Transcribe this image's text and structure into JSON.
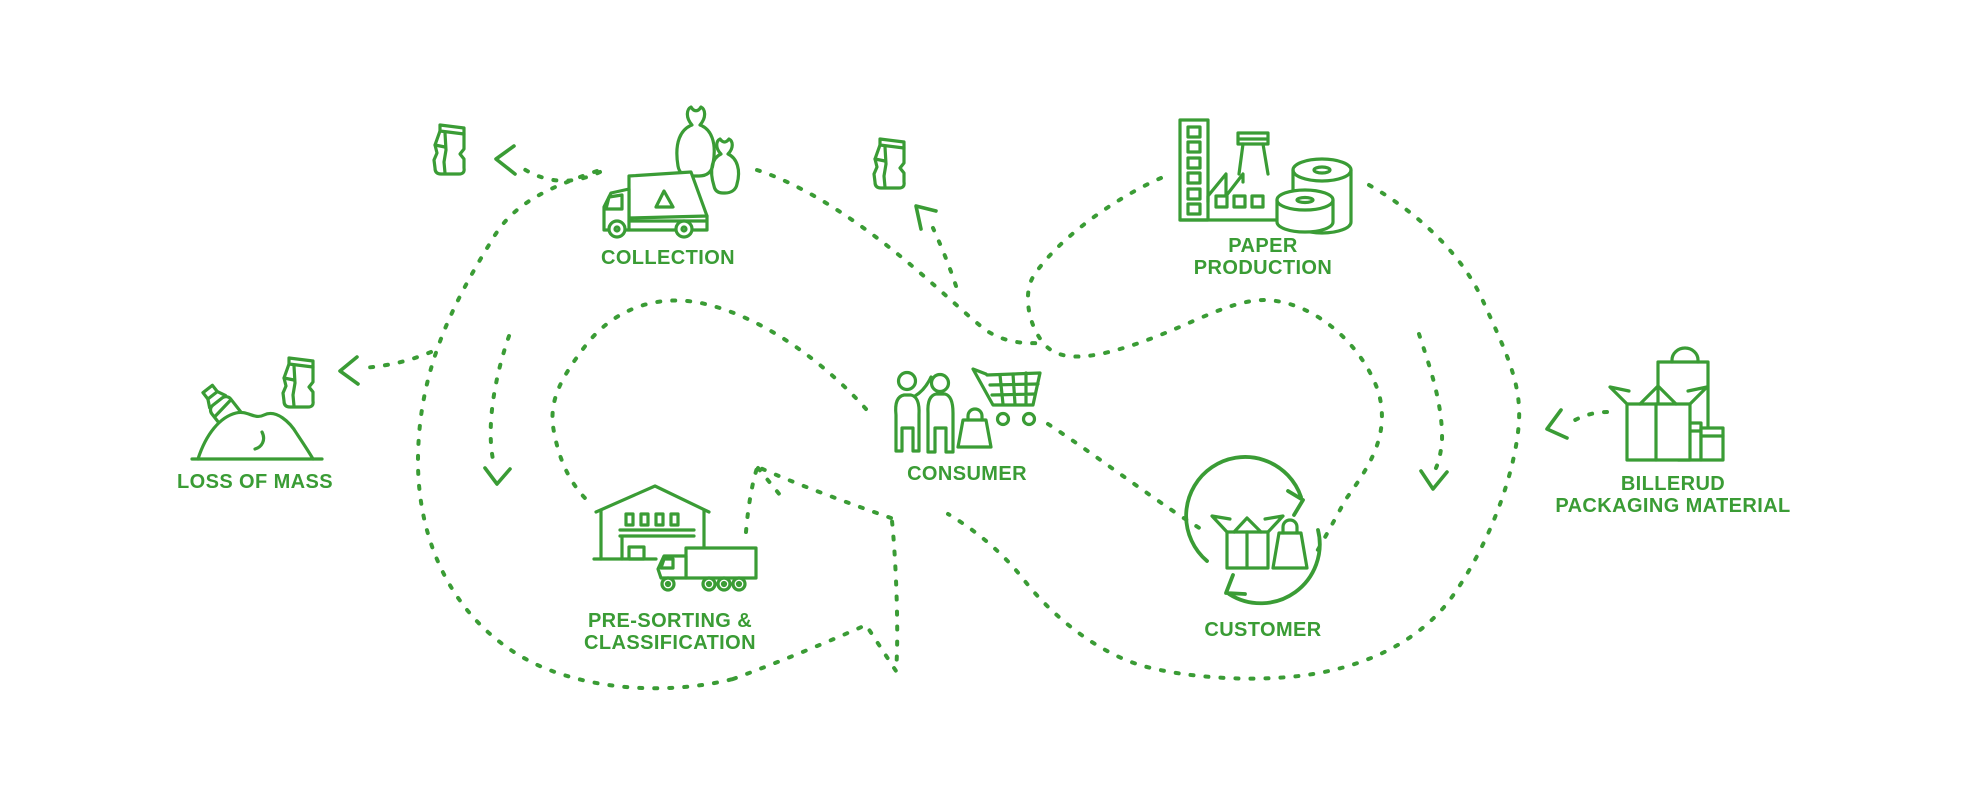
{
  "colors": {
    "accent": "#3a9c35",
    "background": "#ffffff"
  },
  "nodes": [
    {
      "id": "collection",
      "label": "COLLECTION",
      "icon": "garbage-truck-icon"
    },
    {
      "id": "paper-production",
      "label": "PAPER\nPRODUCTION",
      "icon": "paper-factory-icon"
    },
    {
      "id": "loss-of-mass",
      "label": "LOSS OF MASS",
      "icon": "waste-pile-icon"
    },
    {
      "id": "consumer",
      "label": "CONSUMER",
      "icon": "shoppers-cart-icon"
    },
    {
      "id": "pre-sorting",
      "label": "PRE-SORTING &\nCLASSIFICATION",
      "icon": "warehouse-truck-icon"
    },
    {
      "id": "customer",
      "label": "CUSTOMER",
      "icon": "box-bag-recycle-icon"
    },
    {
      "id": "billerud",
      "label": "BILLERUD\nPACKAGING MATERIAL",
      "icon": "packaging-stack-icon"
    }
  ],
  "connections": [
    {
      "from": "consumer",
      "to": "collection",
      "style": "dotted-arc"
    },
    {
      "from": "collection",
      "to": "pre-sorting",
      "style": "dotted-arrow-down"
    },
    {
      "from": "collection-loop",
      "to": "recycled-carton",
      "style": "dotted-arrow-left"
    },
    {
      "from": "sorting-loop",
      "to": "loss-of-mass",
      "style": "dotted-arrow-left"
    },
    {
      "from": "pre-sorting",
      "to": "paper-production",
      "style": "big-dotted-arrow-up"
    },
    {
      "from": "consumer",
      "to": "used-carton",
      "style": "dotted-arrow-up"
    },
    {
      "from": "paper-production",
      "to": "customer",
      "style": "dotted-arrow-down"
    },
    {
      "from": "billerud",
      "to": "customer-loop",
      "style": "dotted-arrow-left"
    },
    {
      "from": "customer",
      "to": "consumer",
      "style": "dotted-arc"
    }
  ]
}
